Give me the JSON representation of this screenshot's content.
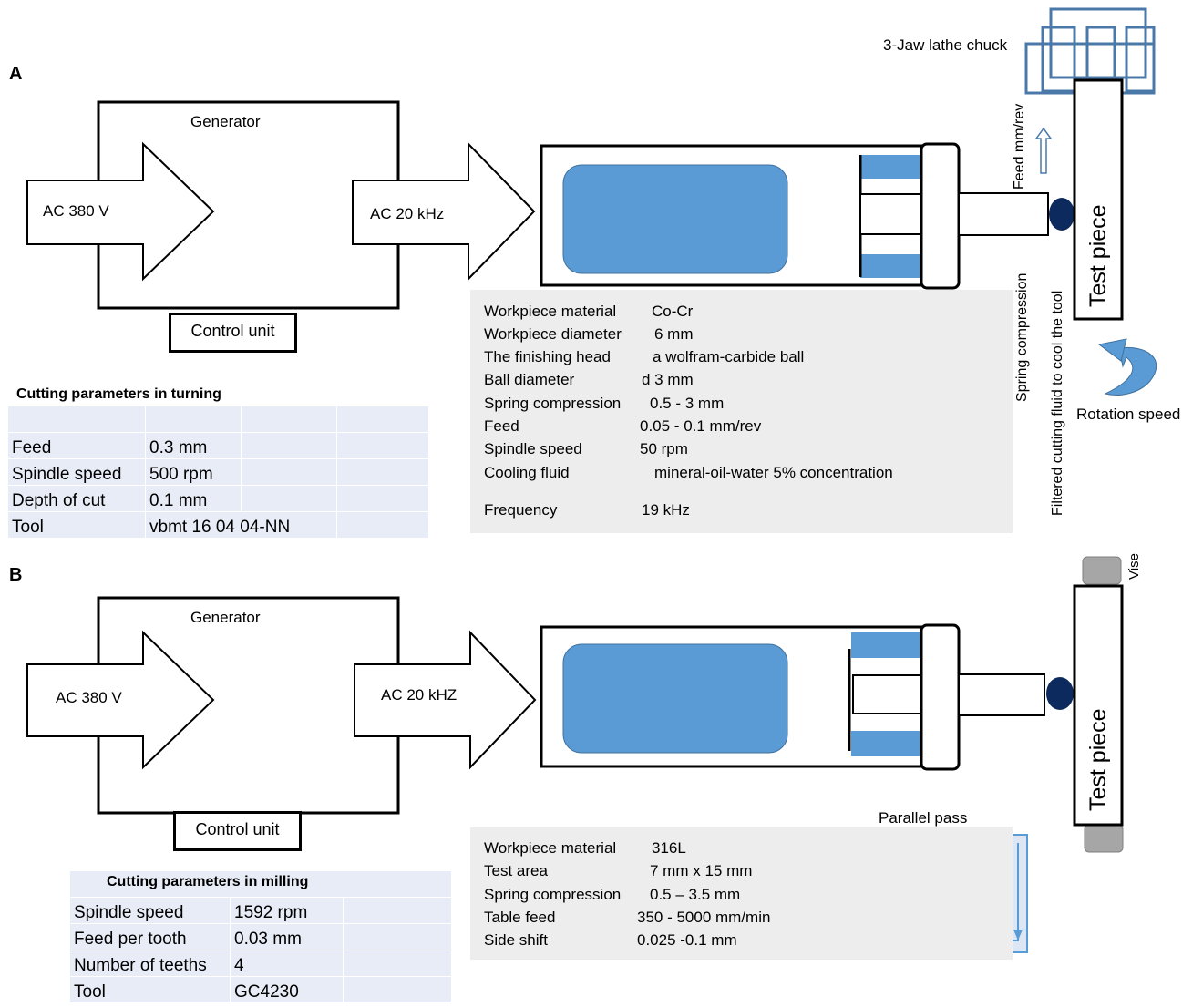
{
  "panel_a": {
    "letter": "A",
    "generator": "Generator",
    "input": "AC 380 V",
    "output": "AC 20 kHz",
    "control_unit": "Control unit",
    "chuck_label": "3-Jaw lathe chuck",
    "test_piece": "Test piece",
    "feed_label": "Feed mm/rev",
    "spring_label": "Spring compression",
    "fluid_label": "Filtered cutting fluid to cool the tool",
    "rotation_label": "Rotation speed",
    "info": [
      {
        "k": "Workpiece material",
        "v": "Co-Cr"
      },
      {
        "k": "Workpiece diameter",
        "v": "6 mm"
      },
      {
        "k": "The finishing head",
        "v": "a wolfram-carbide ball"
      },
      {
        "k": "Ball diameter",
        "v": "d 3 mm"
      },
      {
        "k": "Spring compression",
        "v": "0.5 - 3 mm"
      },
      {
        "k": "Feed",
        "v": "0.05 - 0.1 mm/rev"
      },
      {
        "k": "Spindle speed",
        "v": "50 rpm"
      },
      {
        "k": "Cooling fluid",
        "v": "mineral-oil-water 5% concentration"
      },
      {
        "k": "Frequency",
        "v": "19 kHz"
      }
    ],
    "cutting_title": "Cutting parameters in turning",
    "cutting": [
      {
        "k": "Feed",
        "v": "0.3 mm"
      },
      {
        "k": "Spindle speed",
        "v": "500 rpm"
      },
      {
        "k": "Depth of cut",
        "v": "0.1 mm"
      },
      {
        "k": "Tool",
        "v": "vbmt 16 04 04-NN"
      }
    ]
  },
  "panel_b": {
    "letter": "B",
    "generator": "Generator",
    "input": "AC 380 V",
    "output": "AC 20 kHZ",
    "control_unit": "Control unit",
    "vise_label": "Vise",
    "test_piece": "Test piece",
    "parallel_label": "Parallel pass",
    "info": [
      {
        "k": "Workpiece material",
        "v": "316L"
      },
      {
        "k": "Test area",
        "v": "7 mm x 15 mm"
      },
      {
        "k": "Spring compression",
        "v": "0.5 – 3.5 mm"
      },
      {
        "k": "Table feed",
        "v": "350 - 5000 mm/min"
      },
      {
        "k": "Side shift",
        "v": "0.025 -0.1 mm"
      }
    ],
    "cutting_title": "Cutting parameters in milling",
    "cutting": [
      {
        "k": "Spindle speed",
        "v": "1592 rpm"
      },
      {
        "k": "Feed per tooth",
        "v": "0.03 mm"
      },
      {
        "k": "Number of teeths",
        "v": "4"
      },
      {
        "k": "Tool",
        "v": "GC4230"
      }
    ]
  },
  "colors": {
    "blue_fill": "#5b9bd5",
    "blue_dark": "#41719c",
    "navy_ball": "#0d2a5e",
    "chuck": "#4a78a8",
    "pass_bg": "#dde6f4"
  }
}
